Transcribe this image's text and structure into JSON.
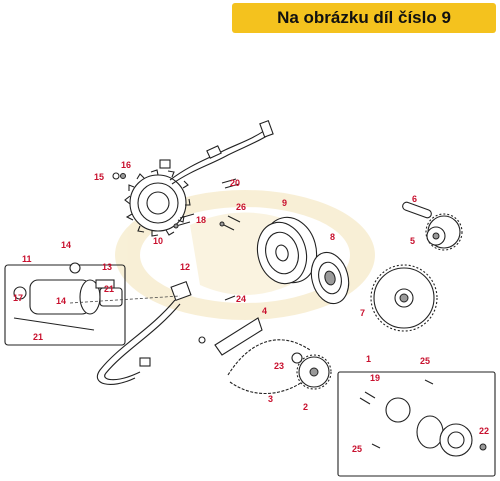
{
  "banner": {
    "text": "Na obrázku díl číslo 9",
    "color": "#f4c21e"
  },
  "colors": {
    "label": "#c8102e",
    "line": "#222222",
    "watermark": "#f3e3b6"
  },
  "callouts": [
    {
      "id": "c1",
      "text": "1"
    },
    {
      "id": "c2",
      "text": "2"
    },
    {
      "id": "c3",
      "text": "3"
    },
    {
      "id": "c4",
      "text": "4"
    },
    {
      "id": "c5",
      "text": "5"
    },
    {
      "id": "c6",
      "text": "6"
    },
    {
      "id": "c7",
      "text": "7"
    },
    {
      "id": "c8",
      "text": "8"
    },
    {
      "id": "c9",
      "text": "9"
    },
    {
      "id": "c10",
      "text": "10"
    },
    {
      "id": "c11",
      "text": "11"
    },
    {
      "id": "c12",
      "text": "12"
    },
    {
      "id": "c13",
      "text": "13"
    },
    {
      "id": "c14a",
      "text": "14"
    },
    {
      "id": "c14b",
      "text": "14"
    },
    {
      "id": "c15",
      "text": "15"
    },
    {
      "id": "c16",
      "text": "16"
    },
    {
      "id": "c17",
      "text": "17"
    },
    {
      "id": "c18",
      "text": "18"
    },
    {
      "id": "c19",
      "text": "19"
    },
    {
      "id": "c20",
      "text": "20"
    },
    {
      "id": "c21a",
      "text": "21"
    },
    {
      "id": "c21b",
      "text": "21"
    },
    {
      "id": "c22",
      "text": "22"
    },
    {
      "id": "c23",
      "text": "23"
    },
    {
      "id": "c24",
      "text": "24"
    },
    {
      "id": "c25a",
      "text": "25"
    },
    {
      "id": "c25b",
      "text": "25"
    },
    {
      "id": "c26",
      "text": "26"
    }
  ]
}
